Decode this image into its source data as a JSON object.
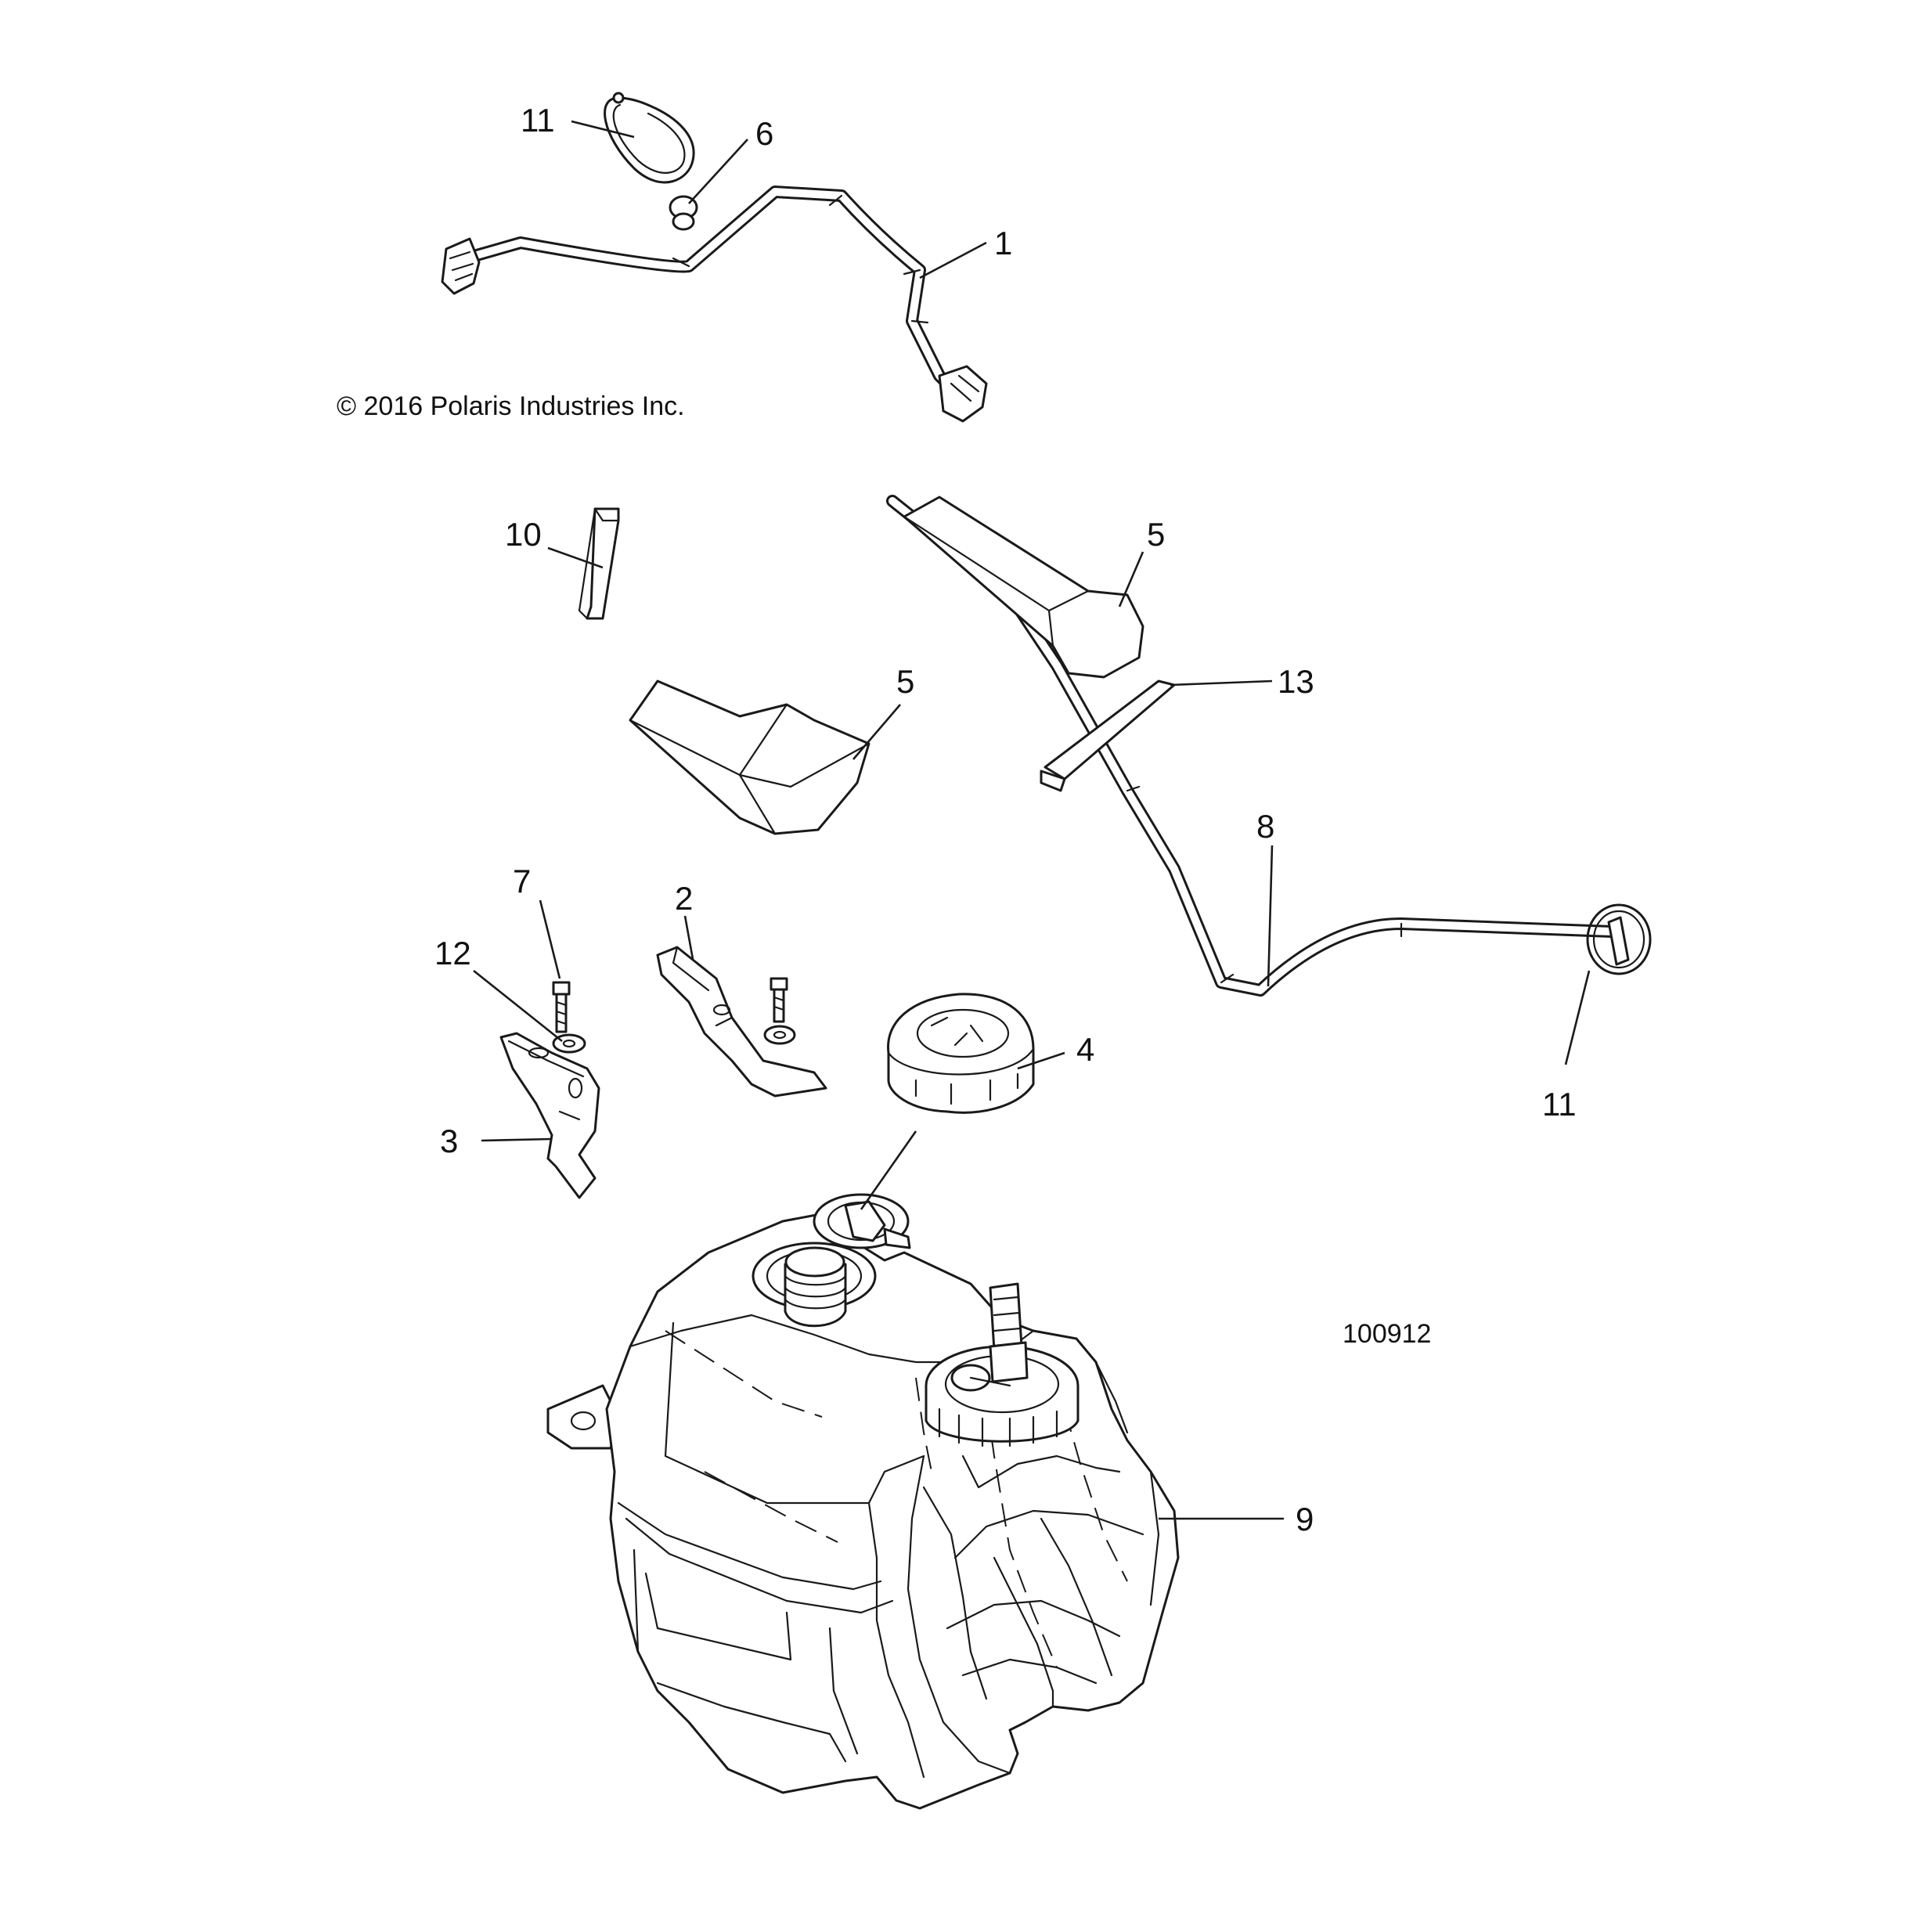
{
  "copyright": "© 2016 Polaris Industries Inc.",
  "figure_number": "100912",
  "callouts": {
    "c1": "1",
    "c2": "2",
    "c3": "3",
    "c4": "4",
    "c5a": "5",
    "c5b": "5",
    "c6": "6",
    "c7": "7",
    "c8": "8",
    "c9": "9",
    "c10": "10",
    "c11a": "11",
    "c11b": "11",
    "c12": "12",
    "c13": "13"
  }
}
